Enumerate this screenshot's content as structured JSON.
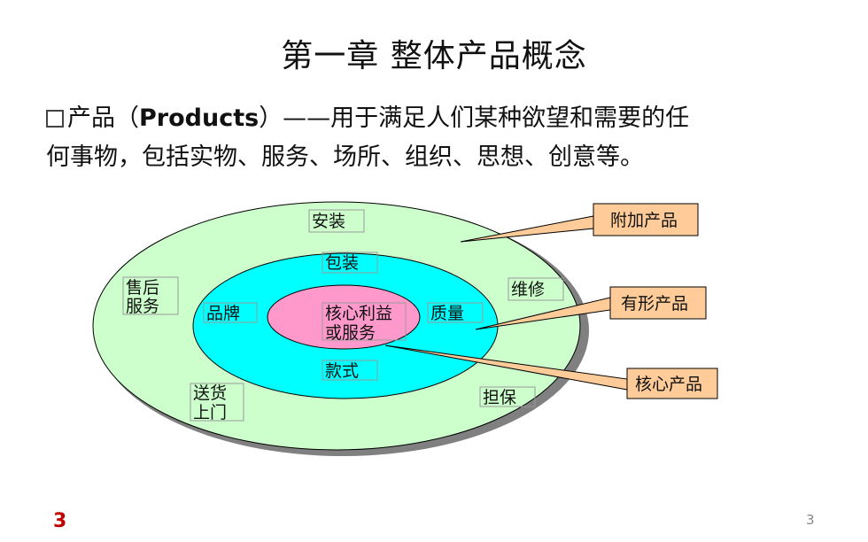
{
  "slide": {
    "title": "第一章  整体产品概念",
    "para_prefix": "产品（",
    "para_bold": "Products",
    "para_rest": "）——用于满足人们某种欲望和需要的任",
    "para_line2": "何事物，包括实物、服务、场所、组织、思想、创意等。",
    "slide_number_left": "3",
    "slide_number_right": "3"
  },
  "diagram": {
    "outer_ring": {
      "color": "#ccffcc",
      "labels": {
        "top": "安装",
        "left_1": "售后",
        "left_2": "服务",
        "right": "维修",
        "bottom_left_1": "送货",
        "bottom_left_2": "上门",
        "bottom_right": "担保"
      }
    },
    "middle_ring": {
      "color": "#00ffff",
      "labels": {
        "top": "包装",
        "left": "品牌",
        "right": "质量",
        "bottom": "款式"
      }
    },
    "core": {
      "color": "#ff99cc",
      "label_1": "核心利益",
      "label_2": "或服务"
    },
    "callouts": {
      "augmented": "附加产品",
      "tangible": "有形产品",
      "core": "核心产品",
      "box_color": "#ffcc99"
    }
  }
}
